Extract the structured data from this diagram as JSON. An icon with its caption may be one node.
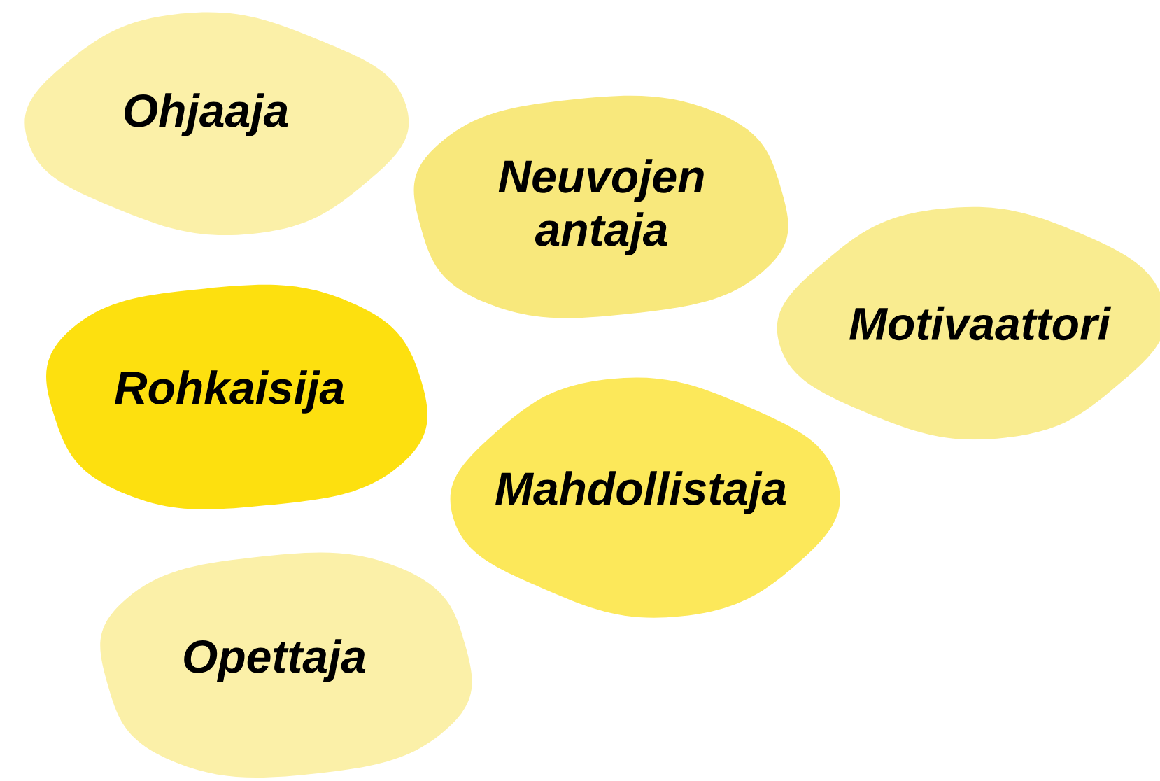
{
  "diagram": {
    "nodes": [
      {
        "text": [
          "Ohjaaja"
        ]
      },
      {
        "text": [
          "Neuvojen antaja"
        ]
      },
      {
        "text": [
          "Motivaattori"
        ]
      },
      {
        "text": [
          "Rohkaisija"
        ]
      },
      {
        "text": [
          "Mahdollistaja"
        ]
      },
      {
        "text": [
          "Opettaja"
        ]
      }
    ]
  }
}
